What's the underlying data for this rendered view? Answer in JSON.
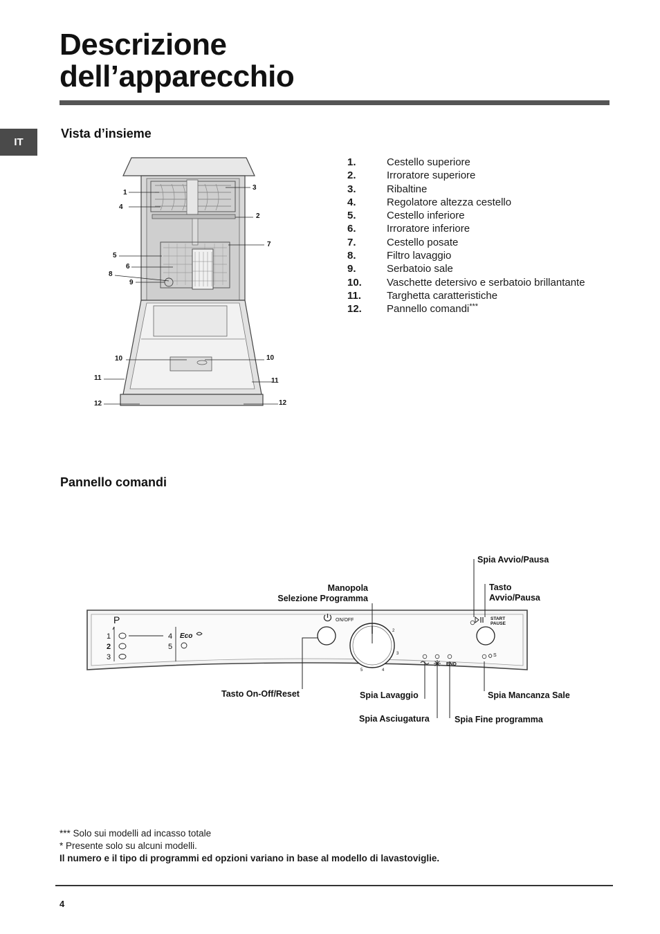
{
  "page": {
    "title_line1": "Descrizione",
    "title_line2": "dell’apparecchio",
    "language_tab": "IT",
    "page_number": "4"
  },
  "overview": {
    "heading": "Vista d’insieme",
    "parts": [
      {
        "num": "1.",
        "label": "Cestello superiore"
      },
      {
        "num": "2.",
        "label": "Irroratore superiore"
      },
      {
        "num": "3.",
        "label": "Ribaltine"
      },
      {
        "num": "4.",
        "label": "Regolatore altezza cestello"
      },
      {
        "num": "5.",
        "label": "Cestello inferiore"
      },
      {
        "num": "6.",
        "label": "Irroratore inferiore"
      },
      {
        "num": "7.",
        "label": "Cestello posate"
      },
      {
        "num": "8.",
        "label": "Filtro lavaggio"
      },
      {
        "num": "9.",
        "label": "Serbatoio sale"
      },
      {
        "num": "10.",
        "label": "Vaschette detersivo e serbatoio brillantante"
      },
      {
        "num": "11.",
        "label": "Targhetta caratteristiche"
      },
      {
        "num": "12.",
        "label": "Pannello comandi",
        "sup": "***"
      }
    ],
    "diagram_labels": {
      "l1": "1",
      "l2": "2",
      "l3": "3",
      "l4": "4",
      "l5": "5",
      "l6": "6",
      "l7": "7",
      "l8": "8",
      "l9": "9",
      "l10": "10",
      "l11": "11",
      "l12": "12"
    }
  },
  "control_panel": {
    "heading": "Pannello comandi",
    "callouts": {
      "spia_avvio": "Spia Avvio/Pausa",
      "tasto_avvio_1": "Tasto",
      "tasto_avvio_2": "Avvio/Pausa",
      "manopola_1": "Manopola",
      "manopola_2": "Selezione Programma",
      "tasto_onoff": "Tasto On-Off/Reset",
      "spia_lavaggio": "Spia Lavaggio",
      "spia_asciugatura": "Spia Asciugatura",
      "spia_fine": "Spia Fine programma",
      "spia_sale": "Spia Mancanza Sale"
    },
    "panel_text": {
      "p": "P",
      "prog1": "1",
      "prog2": "2",
      "prog3": "3",
      "prog4": "4",
      "prog5": "5",
      "eco": "Eco",
      "onoff": "ON/OFF",
      "start": "START",
      "pause": "PAUSE",
      "end": "END",
      "dial2": "2",
      "dial3": "3",
      "dial4": "4",
      "dial5": "5",
      "salt_s": "S"
    }
  },
  "notes": {
    "note1_mark": "***",
    "note1": " Solo sui modelli ad incasso totale",
    "note2_mark": "*",
    "note2": " Presente solo su alcuni modelli.",
    "note3": "Il numero e il tipo di programmi ed opzioni variano in base al modello di lavastoviglie."
  }
}
